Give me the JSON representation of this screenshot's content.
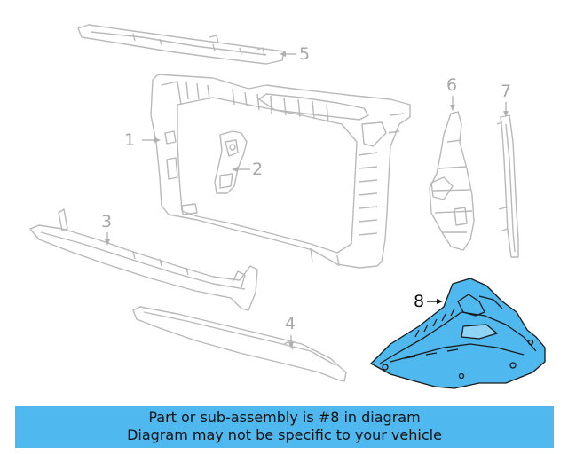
{
  "callouts": [
    {
      "label": "1"
    },
    {
      "label": "2"
    },
    {
      "label": "3"
    },
    {
      "label": "4"
    },
    {
      "label": "5"
    },
    {
      "label": "6"
    },
    {
      "label": "7"
    },
    {
      "label": "8"
    }
  ],
  "highlighted_part": "8",
  "colors": {
    "part_outline": "#bdbdbd",
    "highlight_fill": "#4fb8ee",
    "highlight_outline": "#1a1a1a",
    "banner_bg": "#4fb8ee"
  },
  "banner": {
    "line1": "Part or sub-assembly is #8 in diagram",
    "line2": "Diagram may not be specific to your vehicle"
  }
}
